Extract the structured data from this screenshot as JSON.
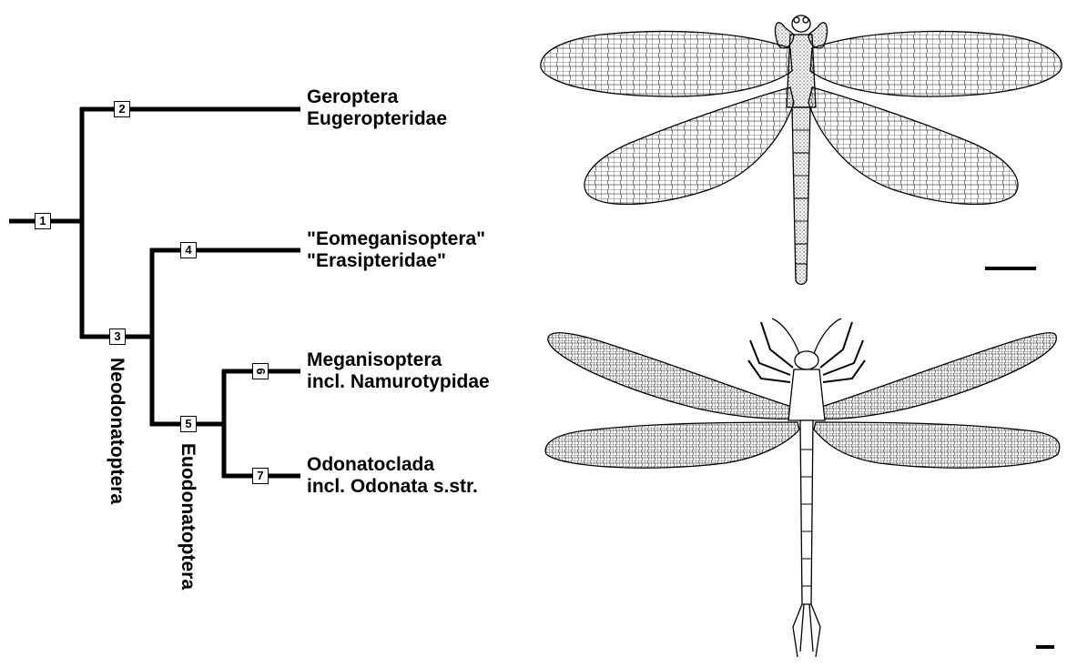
{
  "tree": {
    "nodes": [
      "1",
      "2",
      "3",
      "4",
      "5",
      "6",
      "7"
    ],
    "taxa": [
      {
        "line1": "Geroptera",
        "line2": "Eugeropteridae"
      },
      {
        "line1": "\"Eomeganisoptera\"",
        "line2": "\"Erasipteridae\""
      },
      {
        "line1": "Meganisoptera",
        "line2": "incl. Namurotypidae"
      },
      {
        "line1": "Odonatoclada",
        "line2": "incl. Odonata s.str."
      }
    ],
    "clades": [
      "Neodonatoptera",
      "Euodonatoptera"
    ]
  },
  "illustrations": [
    {
      "name": "upper-dragonfly-drawing",
      "style": "sparse venation, stippled body"
    },
    {
      "name": "lower-dragonfly-drawing",
      "style": "dense venation, legs and antennae shown"
    }
  ],
  "colors": {
    "ink": "#000000",
    "paper": "#ffffff"
  }
}
